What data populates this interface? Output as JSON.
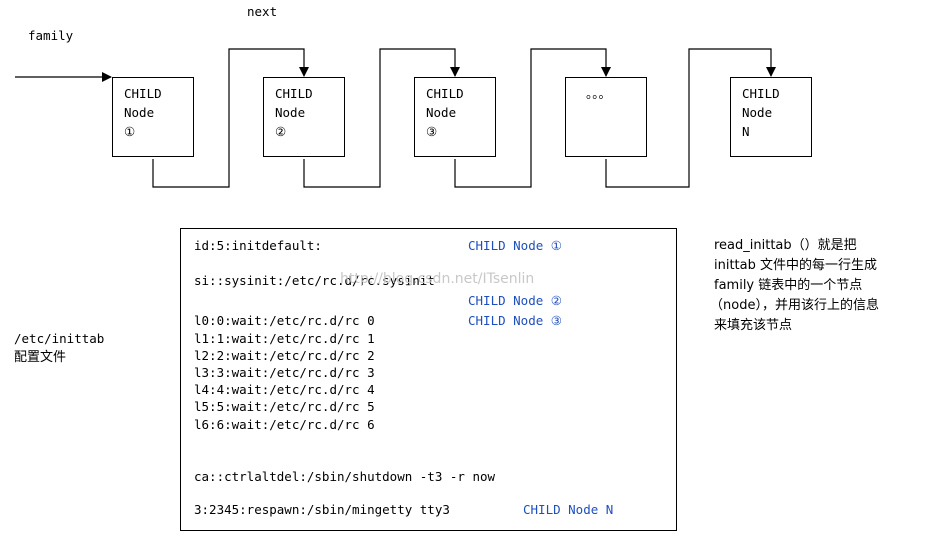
{
  "labels": {
    "family": "family",
    "next": "next"
  },
  "nodes": [
    {
      "line1": "CHILD",
      "line2": "Node",
      "line3": "①"
    },
    {
      "line1": "CHILD",
      "line2": "Node",
      "line3": "②"
    },
    {
      "line1": "CHILD",
      "line2": "Node",
      "line3": "③"
    },
    {
      "line1": "",
      "line2": "。。。",
      "line3": ""
    },
    {
      "line1": "CHILD",
      "line2": "Node",
      "line3": "N"
    }
  ],
  "left_note": {
    "line1": "/etc/inittab",
    "line2": "配置文件"
  },
  "code": {
    "lines": [
      "id:5:initdefault:",
      "si::sysinit:/etc/rc.d/rc.sysinit",
      "l0:0:wait:/etc/rc.d/rc 0",
      "l1:1:wait:/etc/rc.d/rc 1",
      "l2:2:wait:/etc/rc.d/rc 2",
      "l3:3:wait:/etc/rc.d/rc 3",
      "l4:4:wait:/etc/rc.d/rc 4",
      "l5:5:wait:/etc/rc.d/rc 5",
      "l6:6:wait:/etc/rc.d/rc 6",
      "ca::ctrlaltdel:/sbin/shutdown -t3 -r now",
      "3:2345:respawn:/sbin/mingetty tty3"
    ],
    "annotations": [
      "CHILD Node ①",
      "CHILD Node ②",
      "CHILD Node ③",
      "CHILD Node N"
    ],
    "watermark": "http://blog.csdn.net/ITsenlin"
  },
  "right_note": {
    "line1": "read_inittab（）就是把",
    "line2": "inittab 文件中的每一行生成",
    "line3": "family 链表中的一个节点",
    "line4": "（node），并用该行上的信息",
    "line5": "来填充该节点"
  },
  "colors": {
    "annotation": "#1f4fbf",
    "watermark": "#c8c8c8"
  }
}
